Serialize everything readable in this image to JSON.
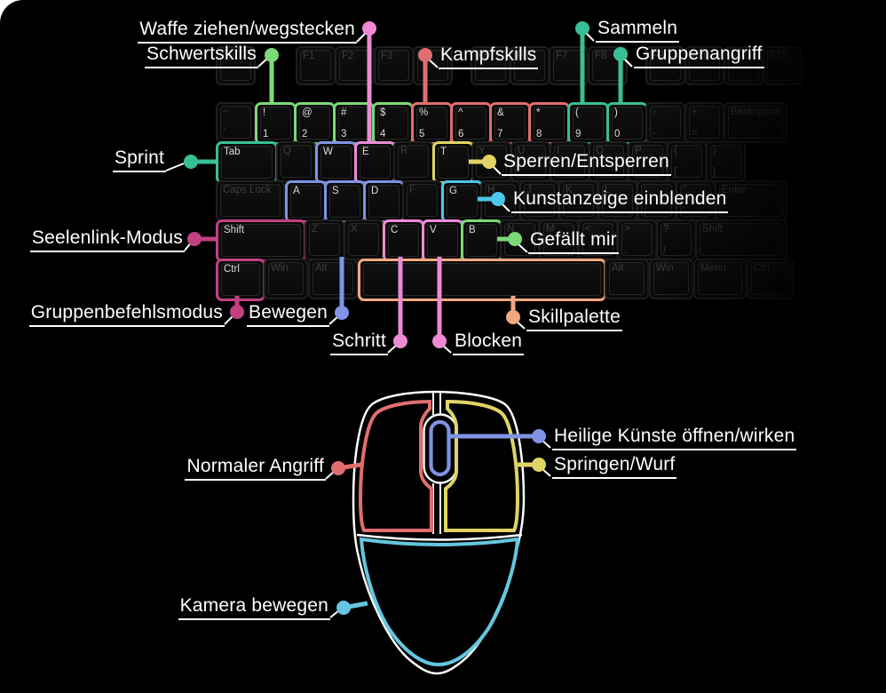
{
  "colors": {
    "green": "#7cd977",
    "teal": "#38bf97",
    "red": "#e16e6e",
    "pink": "#ee8ad5",
    "magenta": "#c24180",
    "blue": "#8093e4",
    "yellow": "#e0d465",
    "cyan": "#4cc6e9",
    "orange": "#f2a87e",
    "mouse_cyan": "#65c6df",
    "white": "#ffffff"
  },
  "labels": {
    "waffe": "Waffe ziehen/wegstecken",
    "schwertskills": "Schwertskills",
    "kampfskills": "Kampfskills",
    "sammeln": "Sammeln",
    "gruppenangriff": "Gruppenangriff",
    "sprint": "Sprint",
    "sperren": "Sperren/Entsperren",
    "kunstanzeige": "Kunstanzeige einblenden",
    "seelenlink": "Seelenlink-Modus",
    "gefaellt": "Gefällt mir",
    "gruppenbefehl": "Gruppenbefehlsmodus",
    "bewegen": "Bewegen",
    "schritt": "Schritt",
    "blocken": "Blocken",
    "skillpalette": "Skillpalette",
    "normaler_angriff": "Normaler Angriff",
    "heilige": "Heilige Künste öffnen/wirken",
    "springen": "Springen/Wurf",
    "kamera": "Kamera bewegen"
  },
  "keyboard": {
    "rows": [
      {
        "name": "function-row",
        "keys": [
          {
            "id": "esc",
            "label": ""
          },
          {
            "id": "f1",
            "label": "F1"
          },
          {
            "id": "f2",
            "label": "F2"
          },
          {
            "id": "f3",
            "label": "F3"
          },
          {
            "id": "f4",
            "label": "F4"
          },
          {
            "id": "f5",
            "label": "F5"
          },
          {
            "id": "f6",
            "label": "F6"
          },
          {
            "id": "f7",
            "label": "F7"
          },
          {
            "id": "f8",
            "label": "F8"
          },
          {
            "id": "f9",
            "label": "F9"
          },
          {
            "id": "f10",
            "label": "F10"
          },
          {
            "id": "f11",
            "label": "F11"
          },
          {
            "id": "f12",
            "label": "F12"
          }
        ]
      },
      {
        "name": "number-row",
        "keys": [
          {
            "id": "grave",
            "label": "~",
            "sub": "`"
          },
          {
            "id": "1",
            "label": "!",
            "sub": "1",
            "hl": "green"
          },
          {
            "id": "2",
            "label": "@",
            "sub": "2",
            "hl": "green"
          },
          {
            "id": "3",
            "label": "#",
            "sub": "3",
            "hl": "green"
          },
          {
            "id": "4",
            "label": "$",
            "sub": "4",
            "hl": "green"
          },
          {
            "id": "5",
            "label": "%",
            "sub": "5",
            "hl": "red"
          },
          {
            "id": "6",
            "label": "^",
            "sub": "6",
            "hl": "red"
          },
          {
            "id": "7",
            "label": "&",
            "sub": "7",
            "hl": "red"
          },
          {
            "id": "8",
            "label": "*",
            "sub": "8",
            "hl": "red"
          },
          {
            "id": "9",
            "label": "(",
            "sub": "9",
            "hl": "teal"
          },
          {
            "id": "0",
            "label": ")",
            "sub": "0",
            "hl": "teal"
          },
          {
            "id": "minus",
            "label": "-",
            "sub": "-"
          },
          {
            "id": "equals",
            "label": "+",
            "sub": "="
          },
          {
            "id": "backspace",
            "label": "Backspace"
          }
        ]
      },
      {
        "name": "tab-row",
        "keys": [
          {
            "id": "tab",
            "label": "Tab",
            "hl": "teal"
          },
          {
            "id": "q",
            "label": "Q"
          },
          {
            "id": "w",
            "label": "W",
            "hl": "blue"
          },
          {
            "id": "e",
            "label": "E",
            "hl": "pink"
          },
          {
            "id": "r",
            "label": "R"
          },
          {
            "id": "t",
            "label": "T",
            "hl": "yellow"
          },
          {
            "id": "y",
            "label": "Y"
          },
          {
            "id": "u",
            "label": "U"
          },
          {
            "id": "i",
            "label": "I"
          },
          {
            "id": "o",
            "label": "O"
          },
          {
            "id": "p",
            "label": "P"
          },
          {
            "id": "bracket-open",
            "label": "{",
            "sub": "["
          },
          {
            "id": "bracket-close",
            "label": "}",
            "sub": "]"
          }
        ]
      },
      {
        "name": "home-row",
        "keys": [
          {
            "id": "capslock",
            "label": "Caps Lock"
          },
          {
            "id": "a",
            "label": "A",
            "hl": "blue"
          },
          {
            "id": "s",
            "label": "S",
            "hl": "blue"
          },
          {
            "id": "d",
            "label": "D",
            "hl": "blue"
          },
          {
            "id": "f",
            "label": "F"
          },
          {
            "id": "g",
            "label": "G",
            "hl": "cyan"
          },
          {
            "id": "h",
            "label": "H"
          },
          {
            "id": "j",
            "label": "J"
          },
          {
            "id": "k",
            "label": "K"
          },
          {
            "id": "l",
            "label": "L"
          },
          {
            "id": "semicolon",
            "label": ":",
            "sub": ";"
          },
          {
            "id": "quote",
            "label": "\"",
            "sub": "'"
          },
          {
            "id": "enter",
            "label": "Enter"
          }
        ]
      },
      {
        "name": "shift-row",
        "keys": [
          {
            "id": "shift-left",
            "label": "Shift",
            "hl": "magenta"
          },
          {
            "id": "z",
            "label": "Z"
          },
          {
            "id": "x",
            "label": "X"
          },
          {
            "id": "c",
            "label": "C",
            "hl": "pink"
          },
          {
            "id": "v",
            "label": "V",
            "hl": "pink"
          },
          {
            "id": "b",
            "label": "B",
            "hl": "green"
          },
          {
            "id": "n",
            "label": "N"
          },
          {
            "id": "m",
            "label": "M"
          },
          {
            "id": "comma",
            "label": "<",
            "sub": ","
          },
          {
            "id": "period",
            "label": ">",
            "sub": "."
          },
          {
            "id": "slash",
            "label": "?",
            "sub": "/"
          },
          {
            "id": "shift-right",
            "label": "Shift"
          }
        ]
      },
      {
        "name": "ctrl-row",
        "keys": [
          {
            "id": "ctrl-left",
            "label": "Ctrl",
            "hl": "magenta"
          },
          {
            "id": "win-left",
            "label": "Win"
          },
          {
            "id": "alt-left",
            "label": "Alt"
          },
          {
            "id": "space",
            "label": "",
            "hl": "orange"
          },
          {
            "id": "alt-right",
            "label": "Alt"
          },
          {
            "id": "win-right",
            "label": "Win"
          },
          {
            "id": "menu",
            "label": "Menu"
          },
          {
            "id": "ctrl-right",
            "label": "Ctrl"
          }
        ]
      }
    ]
  }
}
